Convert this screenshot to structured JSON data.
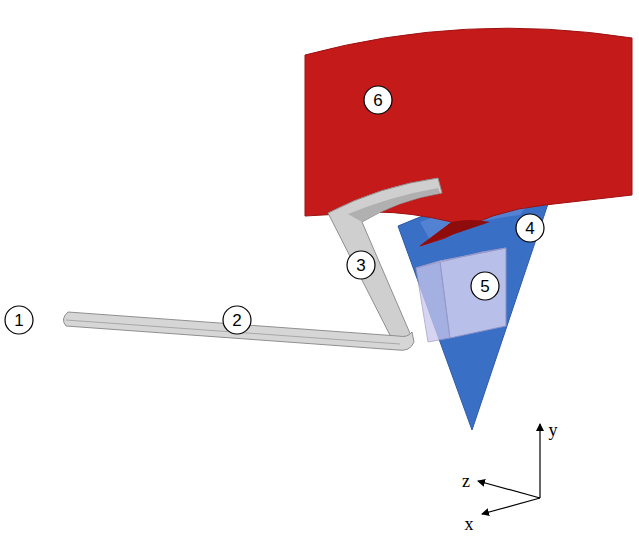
{
  "diagram": {
    "labels": [
      "6",
      "4",
      "3",
      "5",
      "1",
      "2",
      "y",
      "z",
      "x"
    ]
  }
}
